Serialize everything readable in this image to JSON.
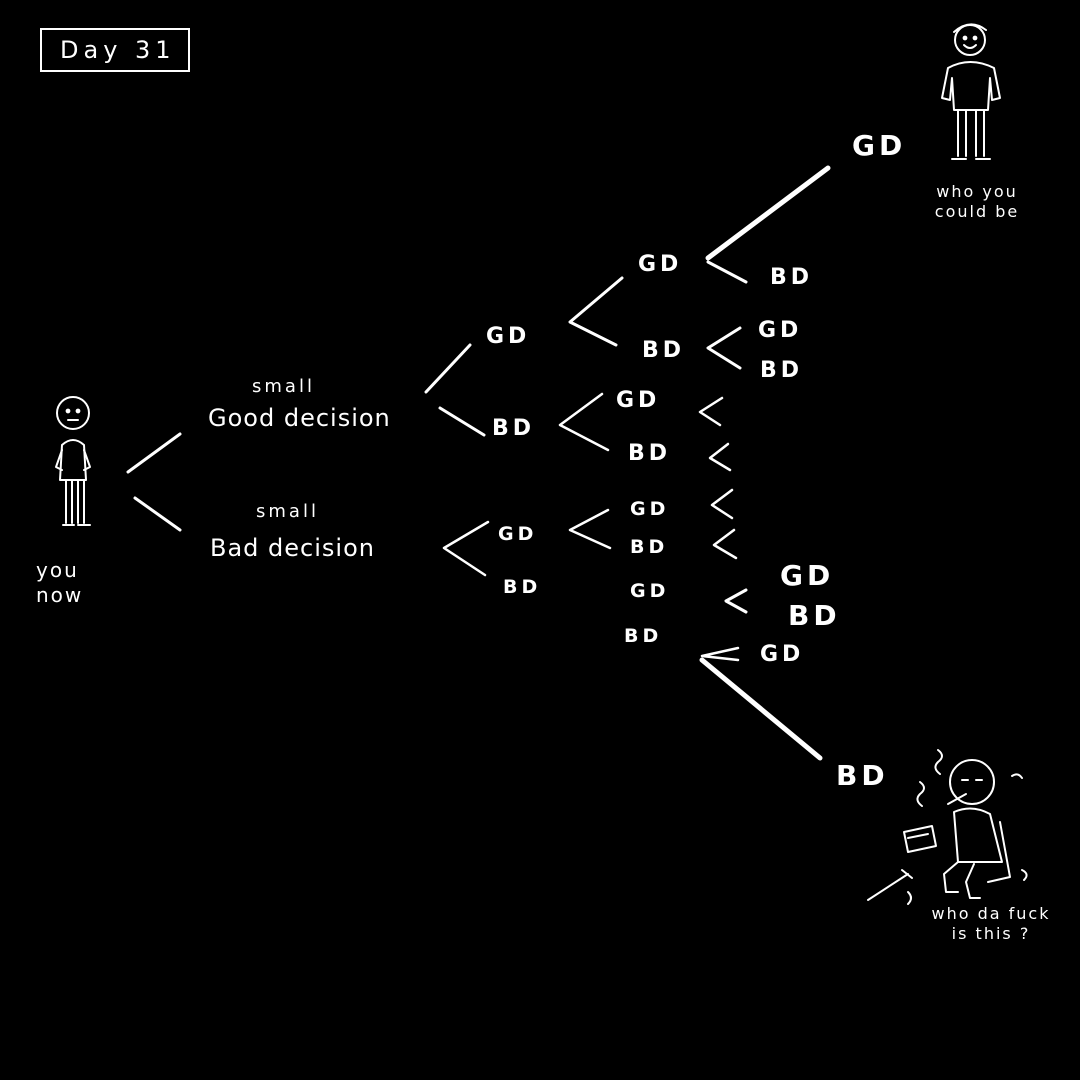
{
  "title": "Day 31",
  "you_now": "you now",
  "good_decision": {
    "small": "small",
    "label": "Good decision"
  },
  "bad_decision": {
    "small": "small",
    "label": "Bad decision"
  },
  "gd": "GD",
  "bd": "BD",
  "caption_top": "who you could be",
  "caption_bottom": "who da fuck is this ?"
}
